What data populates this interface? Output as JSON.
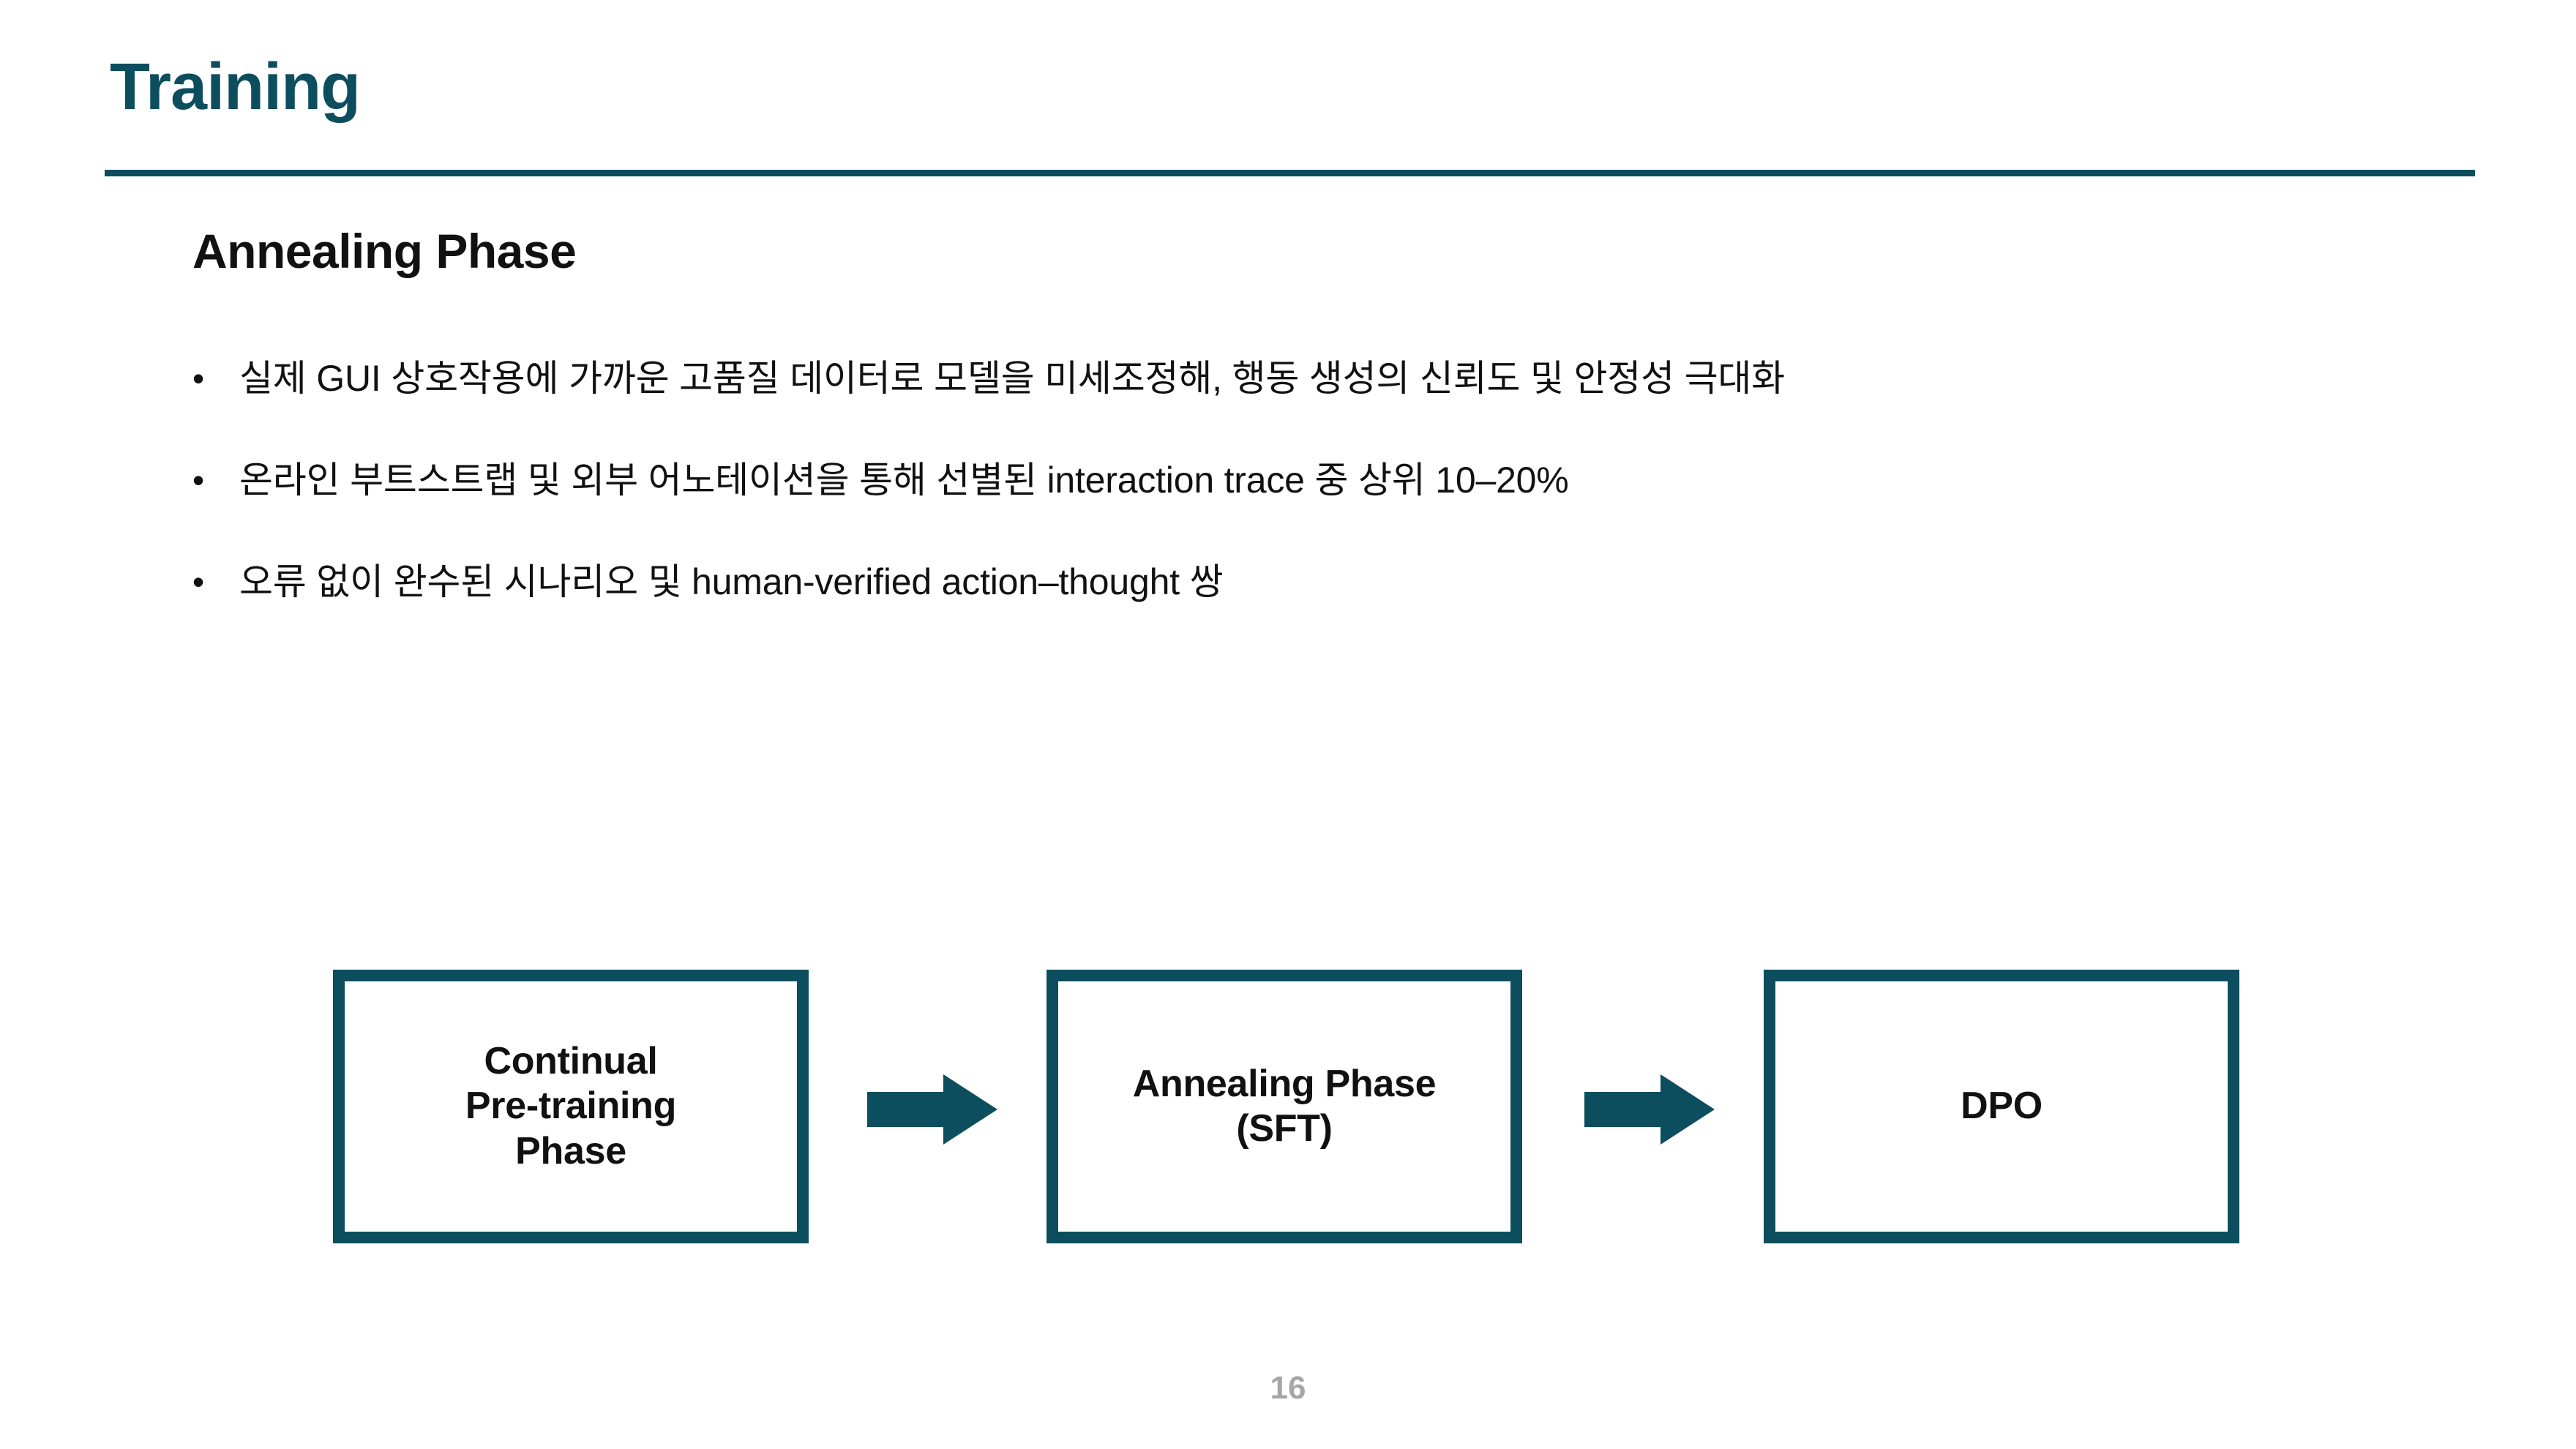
{
  "slide": {
    "title": "Training",
    "section_heading": "Annealing Phase",
    "page_number": "16",
    "accent_color": "#0D4E5E",
    "text_color": "#111111",
    "page_number_color": "#A6A6A6",
    "background_color": "#FFFFFF"
  },
  "bullets": [
    {
      "marker": "•",
      "text": "실제 GUI 상호작용에 가까운 고품질 데이터로 모델을 미세조정해, 행동 생성의 신뢰도 및 안정성 극대화"
    },
    {
      "marker": "•",
      "text": "온라인 부트스트랩 및 외부 어노테이션을 통해 선별된 interaction trace 중 상위 10–20%"
    },
    {
      "marker": "•",
      "text": "오류 없이 완수된 시나리오 및 human-verified action–thought 쌍"
    }
  ],
  "flow": {
    "boxes": [
      {
        "label": "Continual\nPre-training\nPhase"
      },
      {
        "label": "Annealing Phase\n(SFT)"
      },
      {
        "label": "DPO"
      }
    ],
    "arrows": [
      {
        "name": "right-arrow-icon"
      },
      {
        "name": "right-arrow-icon"
      }
    ]
  }
}
